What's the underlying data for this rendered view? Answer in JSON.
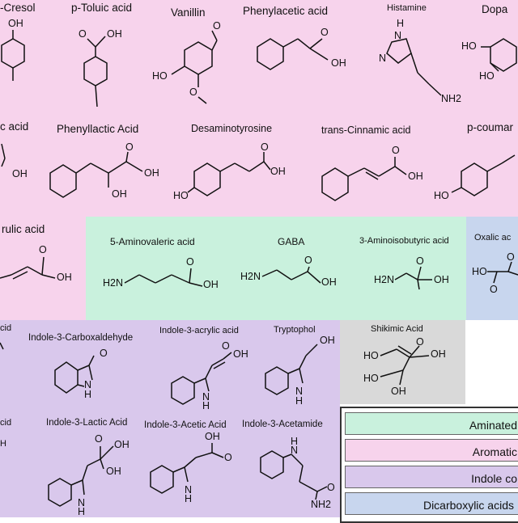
{
  "colors": {
    "aromatic": "#f7d3ec",
    "aminated": "#c9f1dd",
    "indole": "#d9c8ec",
    "dicarboxylic": "#c8d6ee",
    "other": "#d9d9d9"
  },
  "compounds": {
    "cresol": "-Cresol",
    "toluic": "p-Toluic acid",
    "vanillin": "Vanillin",
    "phenylacetic": "Phenylacetic acid",
    "histamine": "Histamine",
    "dopa": "Dopa",
    "c_acid": "c acid",
    "phenyllactic": "Phenyllactic Acid",
    "desaminotyrosine": "Desaminotyrosine",
    "cinnamic": "trans-Cinnamic acid",
    "coumaric": "p-coumar",
    "ferulic": "rulic acid",
    "aminovaleric": "5-Aminovaleric acid",
    "gaba": "GABA",
    "aminoisobutyric": "3-Aminoisobutyric acid",
    "oxalic": "Oxalic ac",
    "left_cut1": "cid",
    "indole_carbox": "Indole-3-Carboxaldehyde",
    "indole_acrylic": "Indole-3-acrylic acid",
    "tryptophol": "Tryptophol",
    "shikimic": "Shikimic Acid",
    "left_cut2": "cid",
    "indole_lactic": "Indole-3-Lactic Acid",
    "indole_acetic": "Indole-3-Acetic Acid",
    "indole_acetamide": "Indole-3-Acetamide"
  },
  "atoms": {
    "oh": "OH",
    "ho": "HO",
    "o": "O",
    "h2n": "H2N",
    "nh2": "NH2",
    "n": "N",
    "h": "H",
    "nh": "NH"
  },
  "legend": [
    {
      "label": "Aminated",
      "color": "#c9f1dd"
    },
    {
      "label": "Aromatic",
      "color": "#f7d3ec"
    },
    {
      "label": "Indole co",
      "color": "#d9c8ec"
    },
    {
      "label": "Dicarboxylic acids",
      "color": "#c8d6ee"
    }
  ]
}
